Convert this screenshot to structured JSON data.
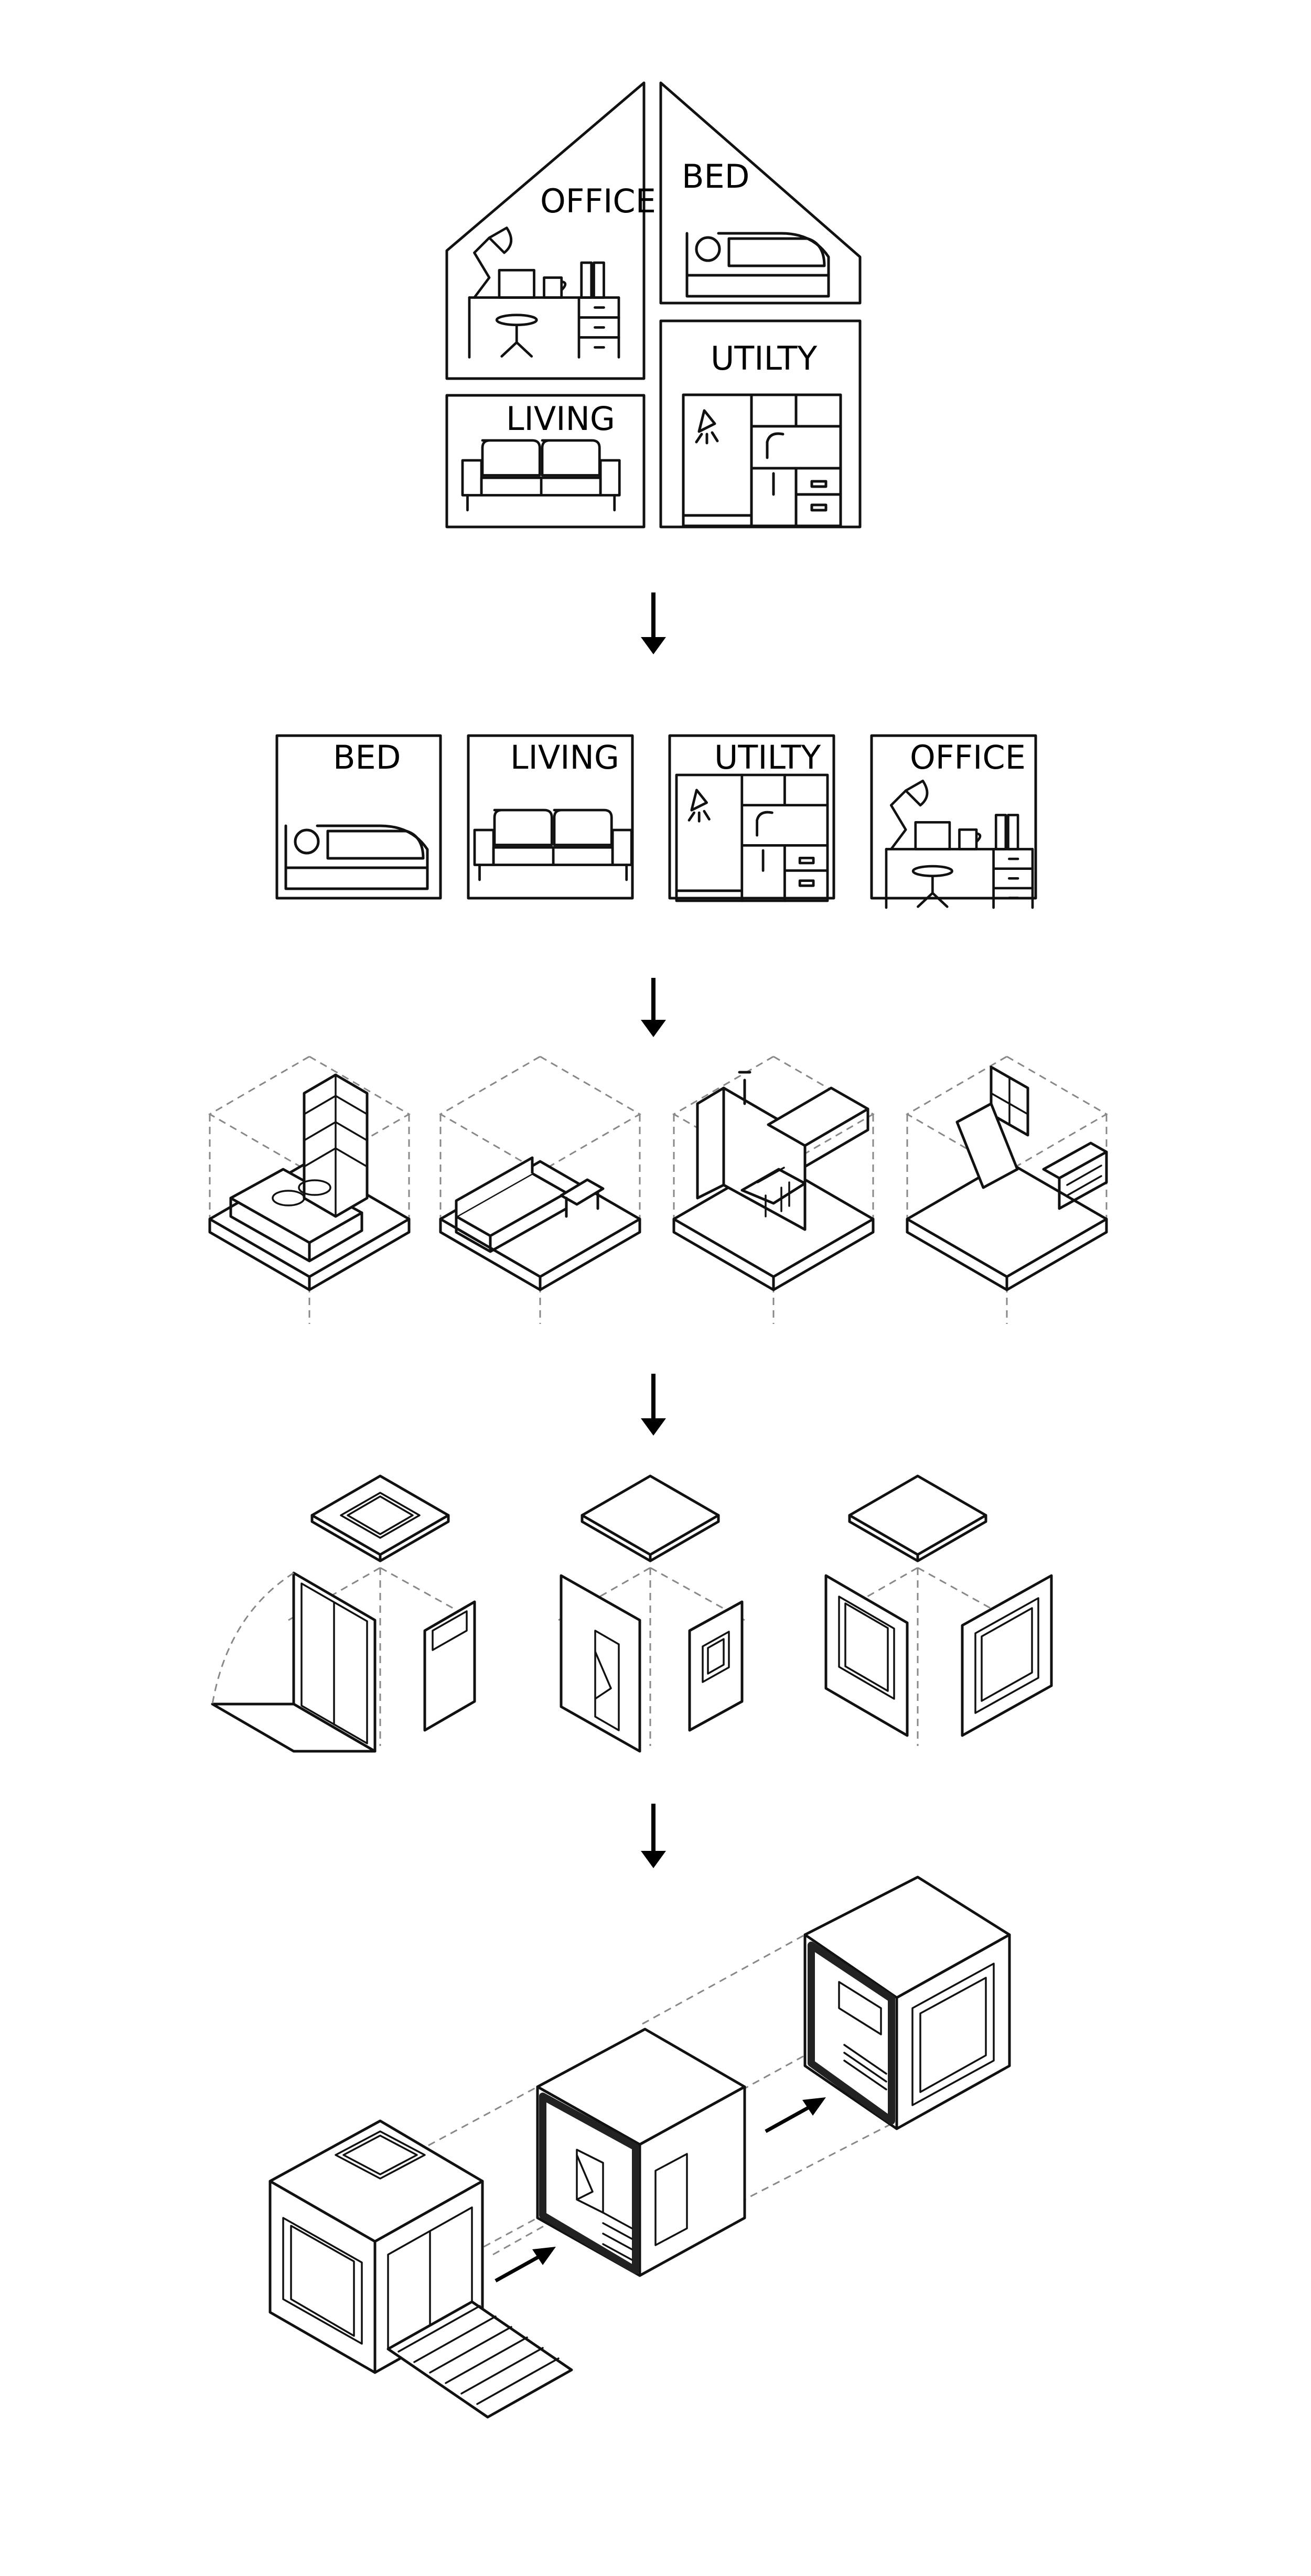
{
  "house_plan": {
    "office_label": "OFFICE",
    "bed_label": "BED",
    "living_label": "LIVING",
    "utility_label": "UTILTY"
  },
  "modules_row": [
    {
      "label": "BED"
    },
    {
      "label": "LIVING"
    },
    {
      "label": "UTILTY"
    },
    {
      "label": "OFFICE"
    }
  ],
  "icons": [
    "down-arrow-icon",
    "right-arrow-icon",
    "bed-icon",
    "sofa-icon",
    "desk-lamp-icon",
    "kitchen-icon"
  ]
}
